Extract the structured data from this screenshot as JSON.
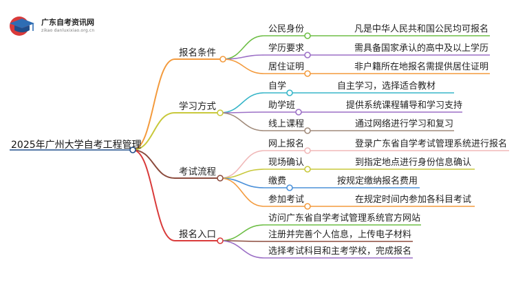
{
  "logo": {
    "title": "广东自考资讯网",
    "subtitle": "zikao danluxixiao.org.cn"
  },
  "root": "2025年广州大学自考工程管理",
  "branches": [
    {
      "label": "报名条件",
      "color": "#F39A3C",
      "children": [
        {
          "label": "公民身份",
          "detail": "凡是中华人民共和国公民均可报名",
          "color": "#6DBE45"
        },
        {
          "label": "学历要求",
          "detail": "需具备国家承认的高中及以上学历",
          "color": "#9B6FC6"
        },
        {
          "label": "居住证明",
          "detail": "非户籍所在地报名需提供居住证明",
          "color": "#F39A3C"
        }
      ]
    },
    {
      "label": "学习方式",
      "color": "#C8C83A",
      "children": [
        {
          "label": "自学",
          "detail": "自主学习，选择适合教材",
          "color": "#36B5C8"
        },
        {
          "label": "助学班",
          "detail": "提供系统课程辅导和学习支持",
          "color": "#9B6FC6"
        },
        {
          "label": "线上课程",
          "detail": "通过网络进行学习和复习",
          "color": "#A08A7A"
        }
      ]
    },
    {
      "label": "考试流程",
      "color": "#8B4A3C",
      "children": [
        {
          "label": "网上报名",
          "detail": "登录广东省自学考试管理系统进行报名",
          "color": "#F0B8B8"
        },
        {
          "label": "现场确认",
          "detail": "到指定地点进行身份信息确认",
          "color": "#C8C83A"
        },
        {
          "label": "缴费",
          "detail": "按规定缴纳报名费用",
          "color": "#4A90D9"
        },
        {
          "label": "参加考试",
          "detail": "在规定时间内参加各科目考试",
          "color": "#F39A3C"
        }
      ]
    },
    {
      "label": "报名入口",
      "color": "#D93A3A",
      "children": [
        {
          "label": "访问广东省自学考试管理系统官方网站",
          "color": "#6DBE45"
        },
        {
          "label": "注册并完善个人信息，上传电子材料",
          "color": "#8B4A3C"
        },
        {
          "label": "选择考试科目和主考学校，完成报名",
          "color": "#9B6FC6"
        }
      ]
    }
  ],
  "colors": {
    "root_line": "#1F4E8C",
    "root_node": "#1F4E8C"
  }
}
